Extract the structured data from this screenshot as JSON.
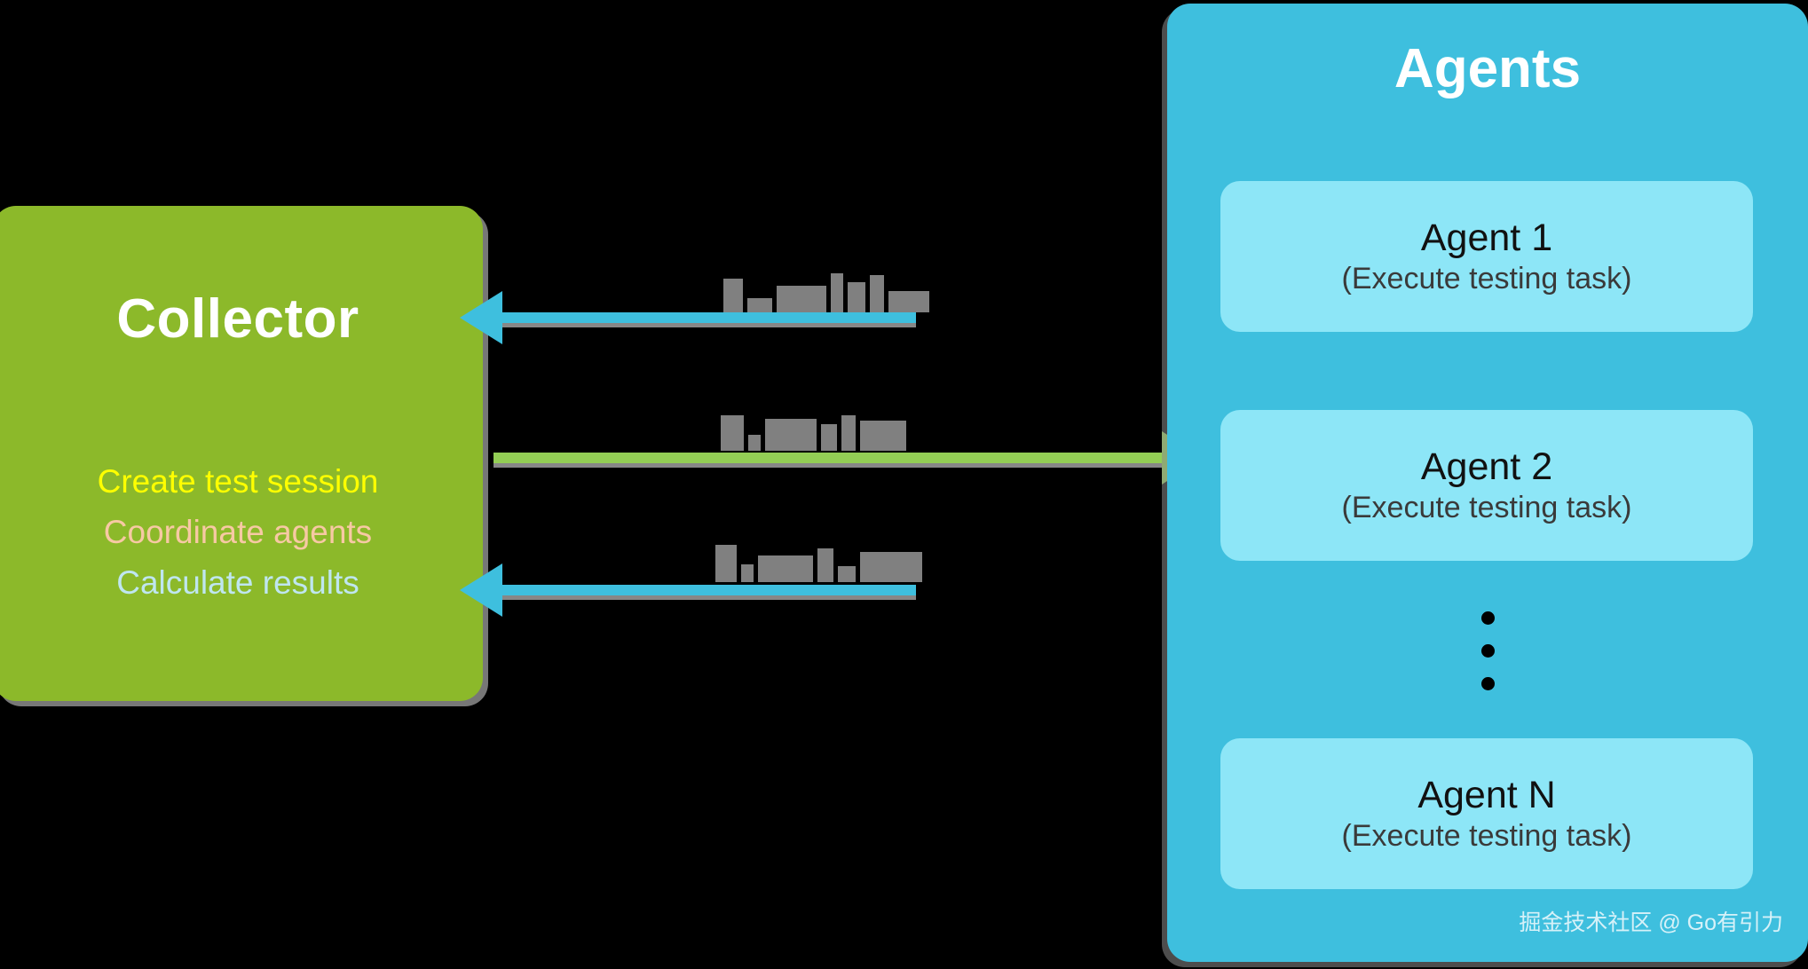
{
  "diagram": {
    "title": "Collector and Agents architecture",
    "background_color": "#000000",
    "collector": {
      "title": "Collector",
      "box_color": "#8CB92A",
      "title_color": "#FFFFFF",
      "bullets": [
        {
          "text": "Create test session",
          "color": "#FFFF00"
        },
        {
          "text": "Coordinate agents",
          "color": "#F7C9A4"
        },
        {
          "text": "Calculate results",
          "color": "#BFE6F0"
        }
      ]
    },
    "agents": {
      "title": "Agents",
      "panel_color": "#3EBFDE",
      "card_color": "#8DE6F7",
      "title_color": "#FFFFFF",
      "cards": [
        {
          "name": "Agent 1",
          "subtitle": "(Execute testing task)"
        },
        {
          "name": "Agent 2",
          "subtitle": "(Execute testing task)"
        },
        {
          "name": "Agent N",
          "subtitle": "(Execute testing task)"
        }
      ],
      "continuation_indicator": "vertical-ellipsis",
      "watermark": "掘金技术社区 @ Go有引力"
    },
    "connectors": [
      {
        "id": "connector-1",
        "color": "#3EBFDE",
        "direction": "agents-to-collector",
        "arrow_side": "left",
        "label_state": "redacted",
        "label_text": ""
      },
      {
        "id": "connector-2",
        "color": "#93CE55",
        "direction": "collector-to-agents",
        "arrow_side": "right",
        "label_state": "redacted",
        "label_text": ""
      },
      {
        "id": "connector-3",
        "color": "#3EBFDE",
        "direction": "agents-to-collector",
        "arrow_side": "left",
        "label_state": "redacted",
        "label_text": ""
      }
    ]
  }
}
